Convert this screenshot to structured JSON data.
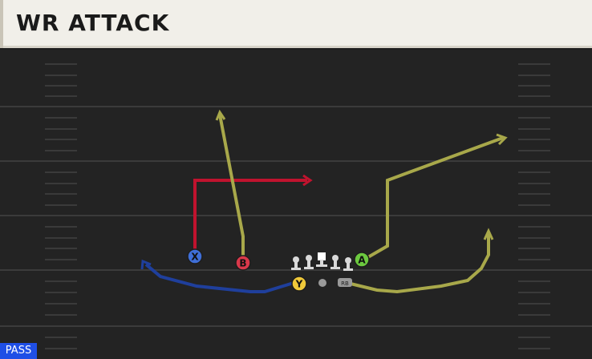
{
  "play": {
    "title": "WR ATTACK",
    "play_type": "PASS"
  },
  "buttons": {
    "x": {
      "label": "X",
      "color": "#3f6fd8"
    },
    "b": {
      "label": "B",
      "color": "#d9384a"
    },
    "a": {
      "label": "A",
      "color": "#6cc93f"
    },
    "y": {
      "label": "Y",
      "color": "#f0c93a"
    }
  },
  "running_back": {
    "label": "RB"
  },
  "routes": {
    "x_route_color": "#1f3f9c",
    "b_route_color": "#a8a84a",
    "a_route_color": "#a8a84a",
    "drag_route_color": "#c0132e",
    "rb_route_color": "#a8a84a"
  },
  "icons": {
    "linemen": "lineman-icon",
    "center": "center-icon",
    "ball": "football-icon"
  }
}
